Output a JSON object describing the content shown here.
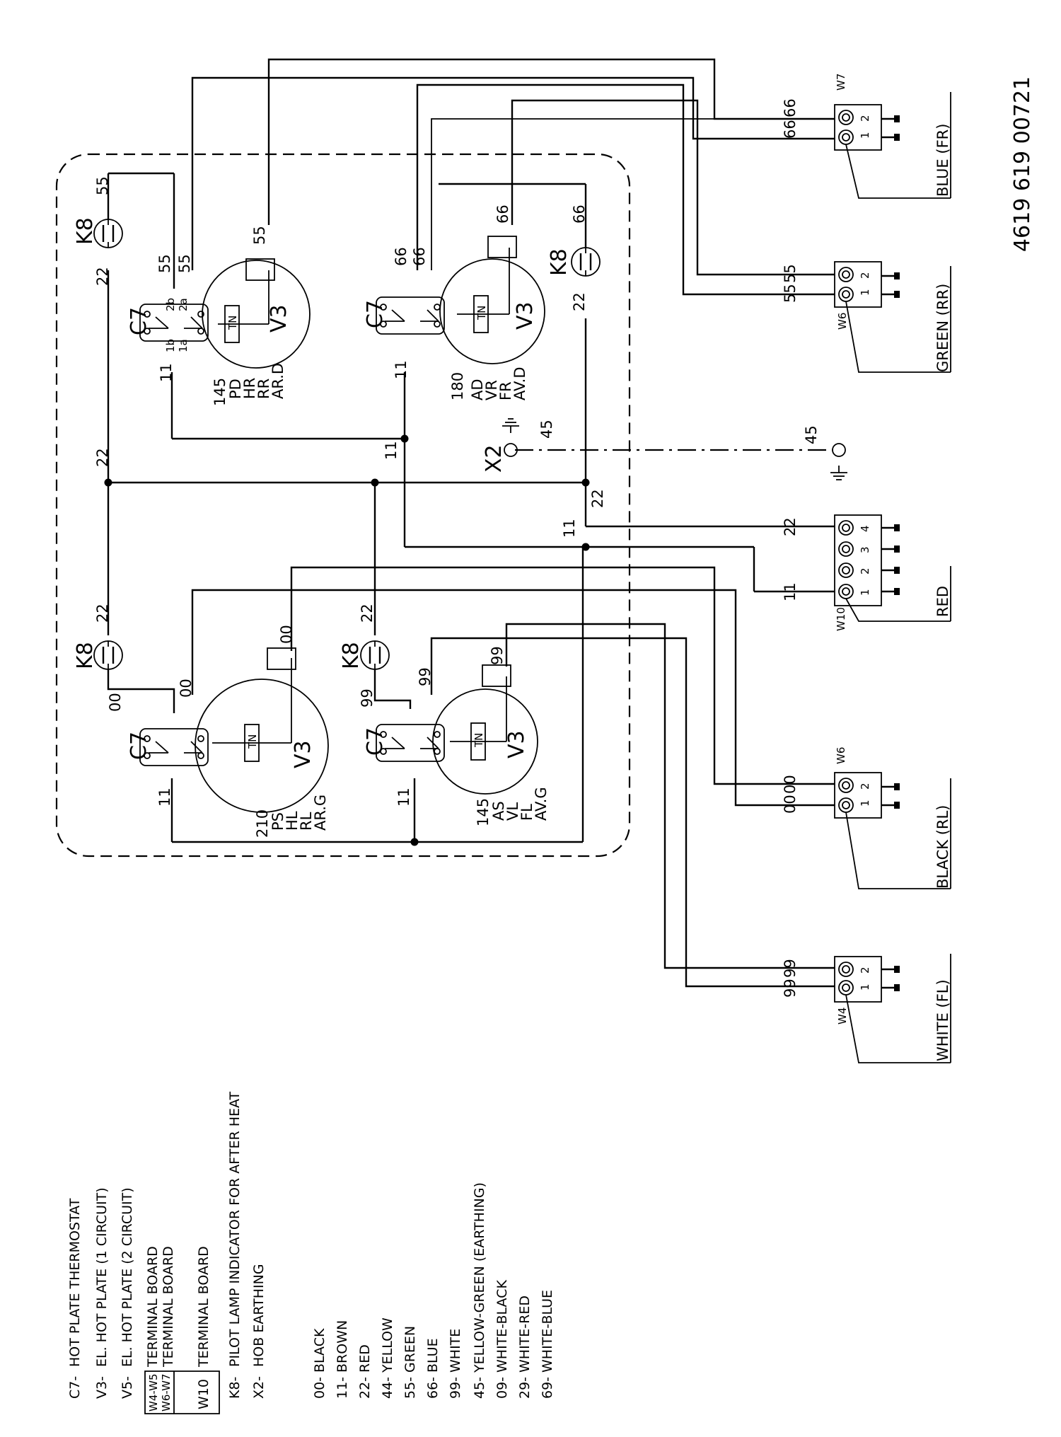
{
  "document_code": "4619 619 00721",
  "legend": {
    "components": [
      {
        "code": "C7-",
        "desc": "HOT PLATE THERMOSTAT"
      },
      {
        "code": "V3-",
        "desc": "EL. HOT PLATE (1 CIRCUIT)"
      },
      {
        "code": "V5-",
        "desc": "EL. HOT PLATE (2 CIRCUIT)"
      },
      {
        "code": "W4-W5",
        "desc": "TERMINAL BOARD"
      },
      {
        "code": "W6-W7",
        "desc": "TERMINAL BOARD"
      },
      {
        "code": "W10",
        "desc": "TERMINAL BOARD"
      },
      {
        "code": "K8-",
        "desc": "PILOT LAMP INDICATOR FOR AFTER HEAT"
      },
      {
        "code": "X2-",
        "desc": "HOB EARTHING"
      }
    ],
    "wire_colors": [
      {
        "code": "00-",
        "color": "BLACK"
      },
      {
        "code": "11-",
        "color": "BROWN"
      },
      {
        "code": "22-",
        "color": "RED"
      },
      {
        "code": "44-",
        "color": "YELLOW"
      },
      {
        "code": "55-",
        "color": "GREEN"
      },
      {
        "code": "66-",
        "color": "BLUE"
      },
      {
        "code": "99-",
        "color": "WHITE"
      },
      {
        "code": "45-",
        "color": "YELLOW-GREEN (EARTHING)"
      },
      {
        "code": "09-",
        "color": "WHITE-BLACK"
      },
      {
        "code": "29-",
        "color": "WHITE-RED"
      },
      {
        "code": "69-",
        "color": "WHITE-BLUE"
      }
    ]
  },
  "components": {
    "thermostat": "C7",
    "hot_plate": "V3",
    "pilot_lamp": "K8",
    "earth": "X2",
    "element_symbol": "TN",
    "contacts": [
      "1b",
      "2b",
      "1a",
      "2a"
    ]
  },
  "hot_plates": [
    {
      "size": "145",
      "labels": [
        "PD",
        "HR",
        "RR",
        "AR.D"
      ],
      "wire": "55"
    },
    {
      "size": "180",
      "labels": [
        "AD",
        "VR",
        "FR",
        "AV.D"
      ],
      "wire": "66"
    },
    {
      "size": "210",
      "labels": [
        "PS",
        "HL",
        "RL",
        "AR.G"
      ],
      "wire": "00"
    },
    {
      "size": "145",
      "labels": [
        "AS",
        "VL",
        "FL",
        "AV.G"
      ],
      "wire": "99"
    }
  ],
  "wire_numbers": [
    "00",
    "11",
    "22",
    "45",
    "55",
    "66",
    "99"
  ],
  "terminals": [
    {
      "id": "W7",
      "caption": "BLUE (FR)",
      "wires": [
        "66",
        "66"
      ],
      "pins": [
        "1",
        "2"
      ]
    },
    {
      "id": "W6",
      "caption": "GREEN (RR)",
      "wires": [
        "55",
        "55"
      ],
      "pins": [
        "1",
        "2"
      ]
    },
    {
      "id": "W10",
      "caption": "RED",
      "wires": [
        "22",
        "11"
      ],
      "pins": [
        "1",
        "2",
        "3",
        "4"
      ]
    },
    {
      "id": "W6",
      "caption": "BLACK (RL)",
      "wires": [
        "00",
        "00"
      ],
      "pins": [
        "1",
        "2"
      ]
    },
    {
      "id": "W4",
      "caption": "WHITE (FL)",
      "wires": [
        "99",
        "99"
      ],
      "pins": [
        "1",
        "2"
      ]
    }
  ]
}
